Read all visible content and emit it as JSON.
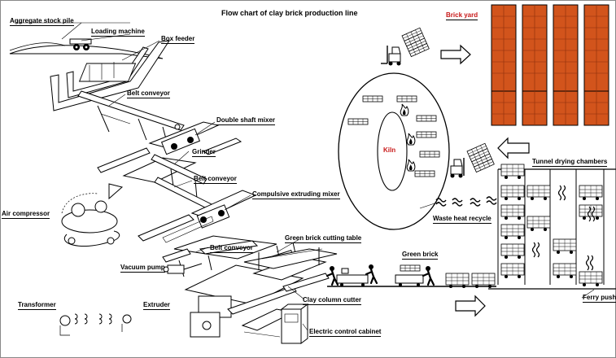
{
  "title": "Flow chart of clay brick production line",
  "labels": {
    "aggregate_stock_pile": "Aggregate stock pile",
    "loading_machine": "Loading machine",
    "box_feeder": "Box feeder",
    "belt_conveyor_1": "Belt conveyor",
    "double_shaft_mixer": "Double shaft mixer",
    "grinder": "Grinder",
    "belt_conveyor_2": "Belt conveyor",
    "compulsive_extruding_mixer": "Compulsive extruding mixer",
    "air_compressor": "Air compressor",
    "belt_conveyor_3": "Belt conveyor",
    "green_brick_cutting_table": "Green brick cutting table",
    "vacuum_pump": "Vacuum pump",
    "transformer": "Transformer",
    "extruder": "Extruder",
    "clay_column_cutter": "Clay column cutter",
    "electric_control_cabinet": "Electric control cabinet",
    "green_brick": "Green brick",
    "ferry_pusher": "Ferry pusher",
    "tunnel_drying_chambers": "Tunnel drying chambers",
    "waste_heat_recycle": "Waste heat recycle",
    "kiln": "Kiln",
    "brick_yard": "Brick yard"
  },
  "colors": {
    "brick": "#d2541c",
    "highlight": "#c81818",
    "line": "#000000"
  },
  "icons": [
    "forklift-icon",
    "brick-stack-icon",
    "fire-icon",
    "heat-wave-icon",
    "worker-icon",
    "arrow-right-icon",
    "arrow-left-icon"
  ]
}
